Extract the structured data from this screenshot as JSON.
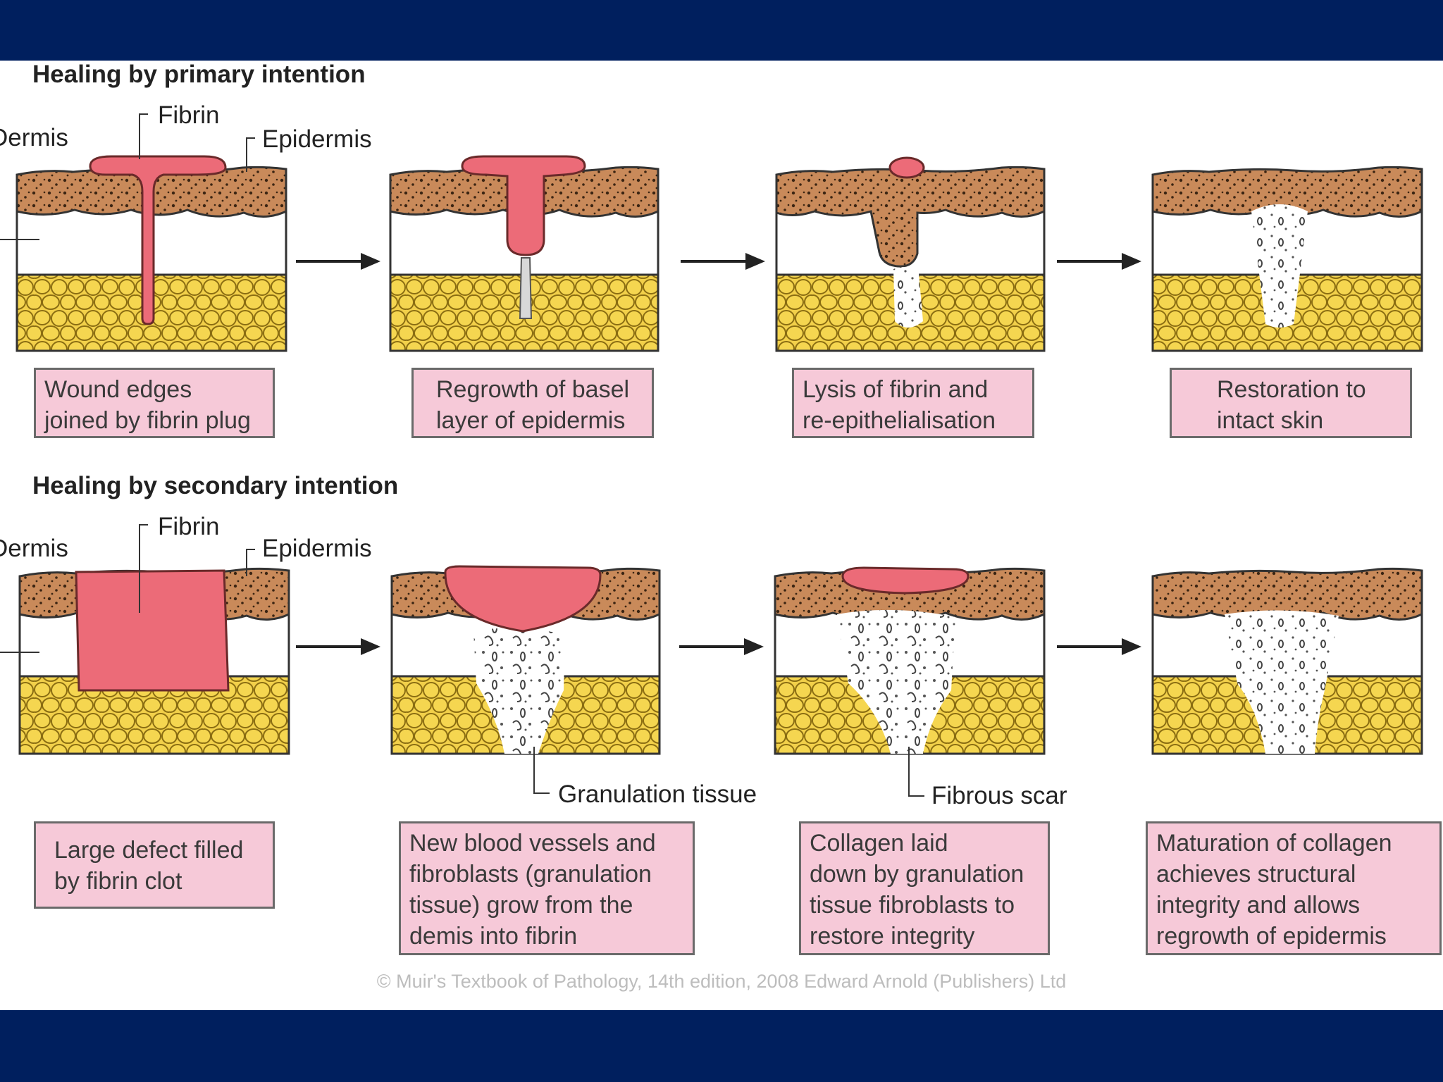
{
  "primary": {
    "title": "Healing by primary intention",
    "labels": {
      "dermis": "Dermis",
      "fibrin": "Fibrin",
      "epidermis": "Epidermis"
    },
    "captions": [
      [
        "Wound edges",
        "joined by fibrin plug"
      ],
      [
        "Regrowth of basel",
        "layer of epidermis"
      ],
      [
        "Lysis of fibrin and",
        "re-epithelialisation"
      ],
      [
        "Restoration to",
        "intact skin"
      ]
    ]
  },
  "secondary": {
    "title": "Healing by secondary intention",
    "labels": {
      "dermis": "Dermis",
      "fibrin": "Fibrin",
      "epidermis": "Epidermis",
      "granulation": "Granulation tissue",
      "scar": "Fibrous scar"
    },
    "captions": [
      [
        "Large defect filled",
        "by fibrin clot"
      ],
      [
        "New blood vessels and",
        "fibroblasts (granulation",
        "tissue) grow from the",
        "demis into fibrin"
      ],
      [
        "Collagen laid",
        "down by granulation",
        "tissue fibroblasts to",
        "restore integrity"
      ],
      [
        "Maturation of collagen",
        "achieves structural",
        "integrity and allows",
        "regrowth of epidermis"
      ]
    ]
  },
  "copyright": "© Muir's Textbook of Pathology, 14th edition, 2008 Edward Arnold (Publishers) Ltd",
  "colors": {
    "band": "#001f5e",
    "epidermis": "#c98a5a",
    "fat": "#f2d04a",
    "fibrin": "#ec6b78",
    "caption_bg": "#f6c9d8"
  }
}
